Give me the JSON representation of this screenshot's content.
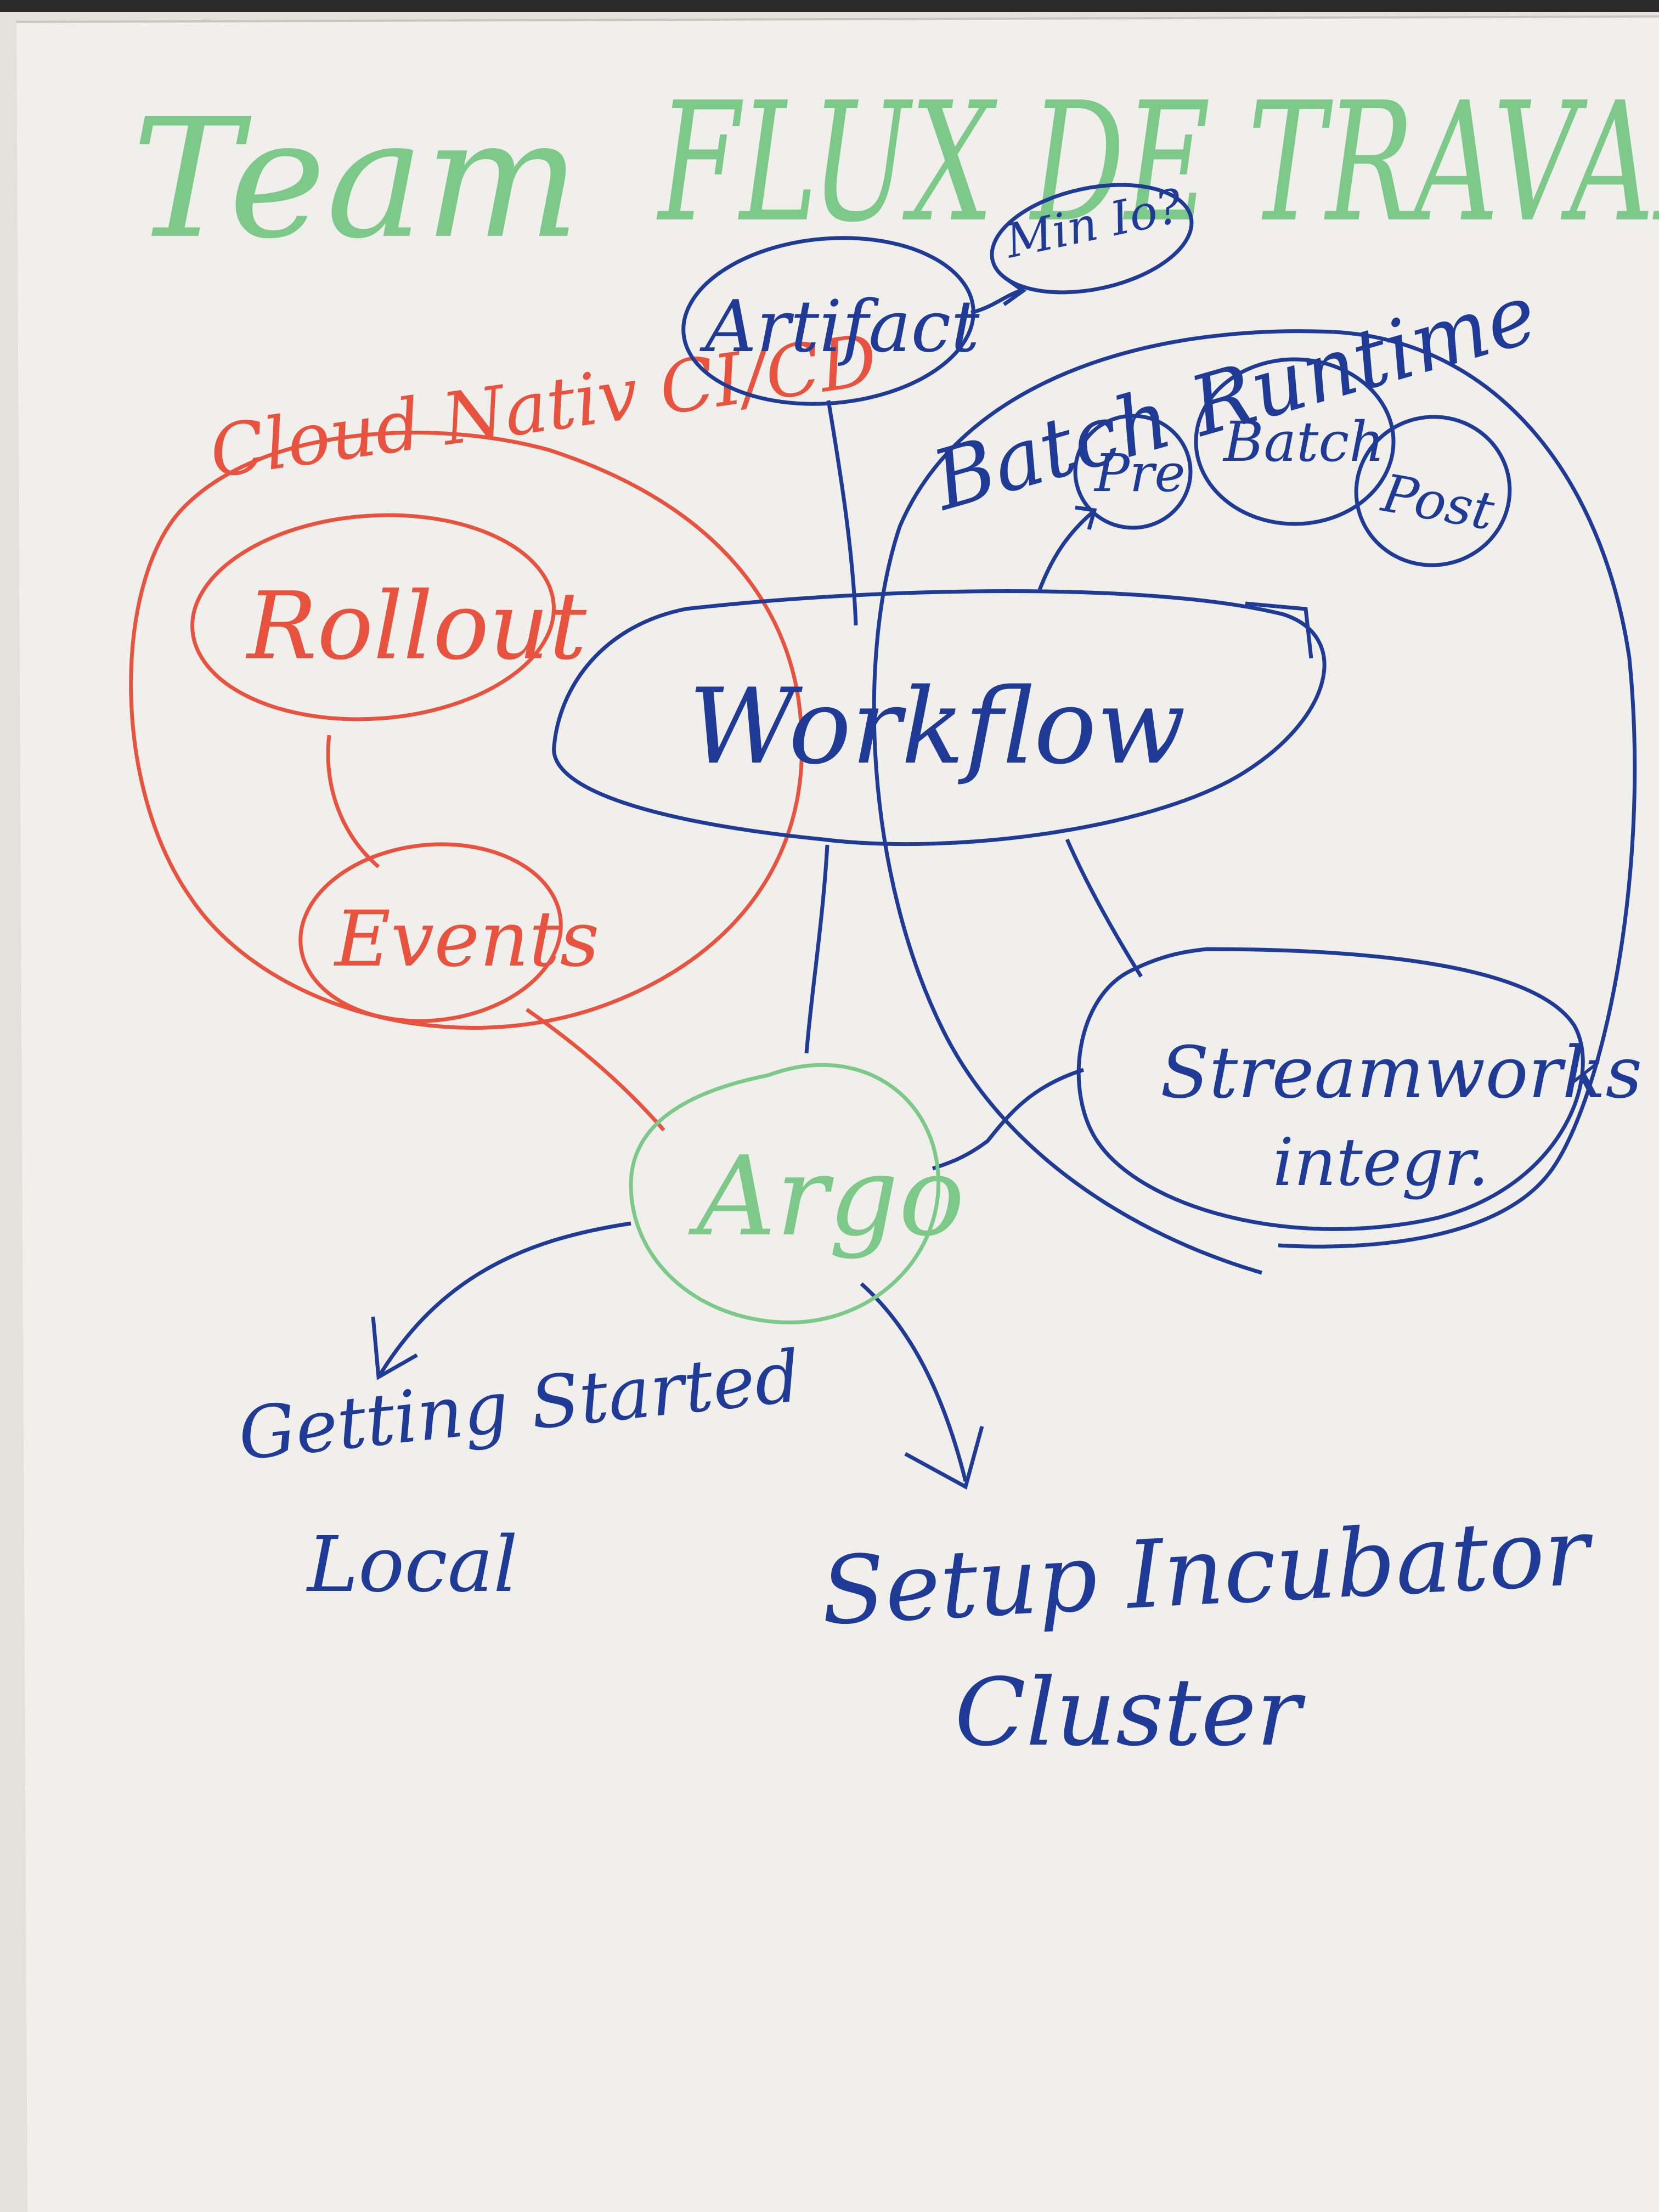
{
  "title": {
    "team": "Team",
    "flux": "FLUX DE TRAVAI"
  },
  "colors": {
    "green": "#7cc98a",
    "red": "#e8533f",
    "blue": "#1f3b95",
    "paper": "#f1efeb"
  },
  "nodes": {
    "artifact": "Artifact",
    "minio": "Min Io?",
    "batch_runtime": "Batch Runtime",
    "cloud_native": "Cloud Nativ CI/CD",
    "rollout": "Rollout",
    "events": "Events",
    "workflow": "Workflow",
    "pre": "Pre",
    "batch": "Batch",
    "post": "Post",
    "argo": "Argo",
    "streamworks": "Streamworks",
    "integr": "integr.",
    "getting_started": "Getting Started",
    "local": "Local",
    "setup_incubator": "Setup Incubator",
    "cluster": "Cluster"
  }
}
